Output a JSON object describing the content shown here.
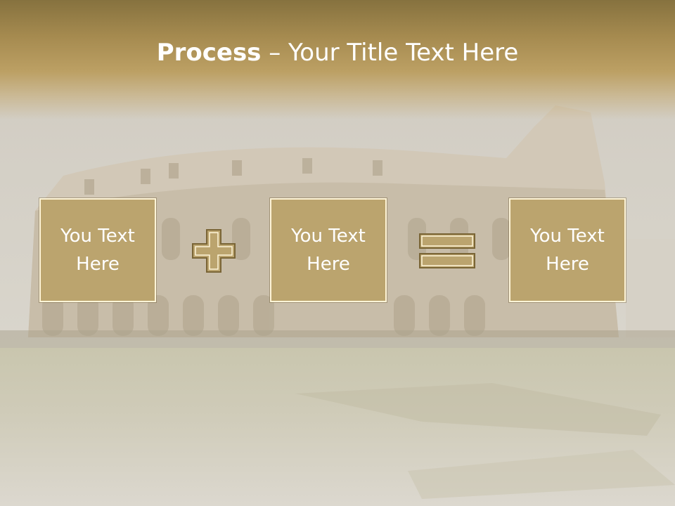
{
  "slide": {
    "title_bold": "Process",
    "title_rest": " – Your Title Text Here",
    "boxes": [
      {
        "text": "You Text\nHere"
      },
      {
        "text": "You Text\nHere"
      },
      {
        "text": "You Text\nHere"
      }
    ],
    "operators": [
      "plus-icon",
      "equals-icon"
    ],
    "colors": {
      "header": "#a58a4f",
      "box_fill": "#bba46e",
      "box_border": "#fff5d8",
      "text": "#ffffff"
    }
  }
}
